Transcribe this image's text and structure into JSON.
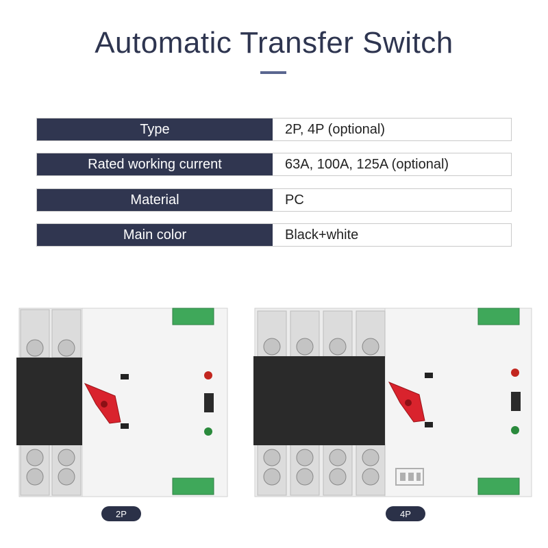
{
  "header": {
    "title": "Automatic Transfer Switch"
  },
  "specs": [
    {
      "label": "Type",
      "value": "2P, 4P (optional)"
    },
    {
      "label": "Rated working current",
      "value": "63A, 100A, 125A (optional)"
    },
    {
      "label": "Material",
      "value": "PC"
    },
    {
      "label": "Main color",
      "value": "Black+white"
    }
  ],
  "products": [
    {
      "badge": "2P"
    },
    {
      "badge": "4P"
    }
  ],
  "colors": {
    "header_text": "#2e3550",
    "label_bg": "#303650",
    "housing": "#e9e9e9",
    "handle": "#d9232d",
    "terminal": "#3fa85a"
  }
}
